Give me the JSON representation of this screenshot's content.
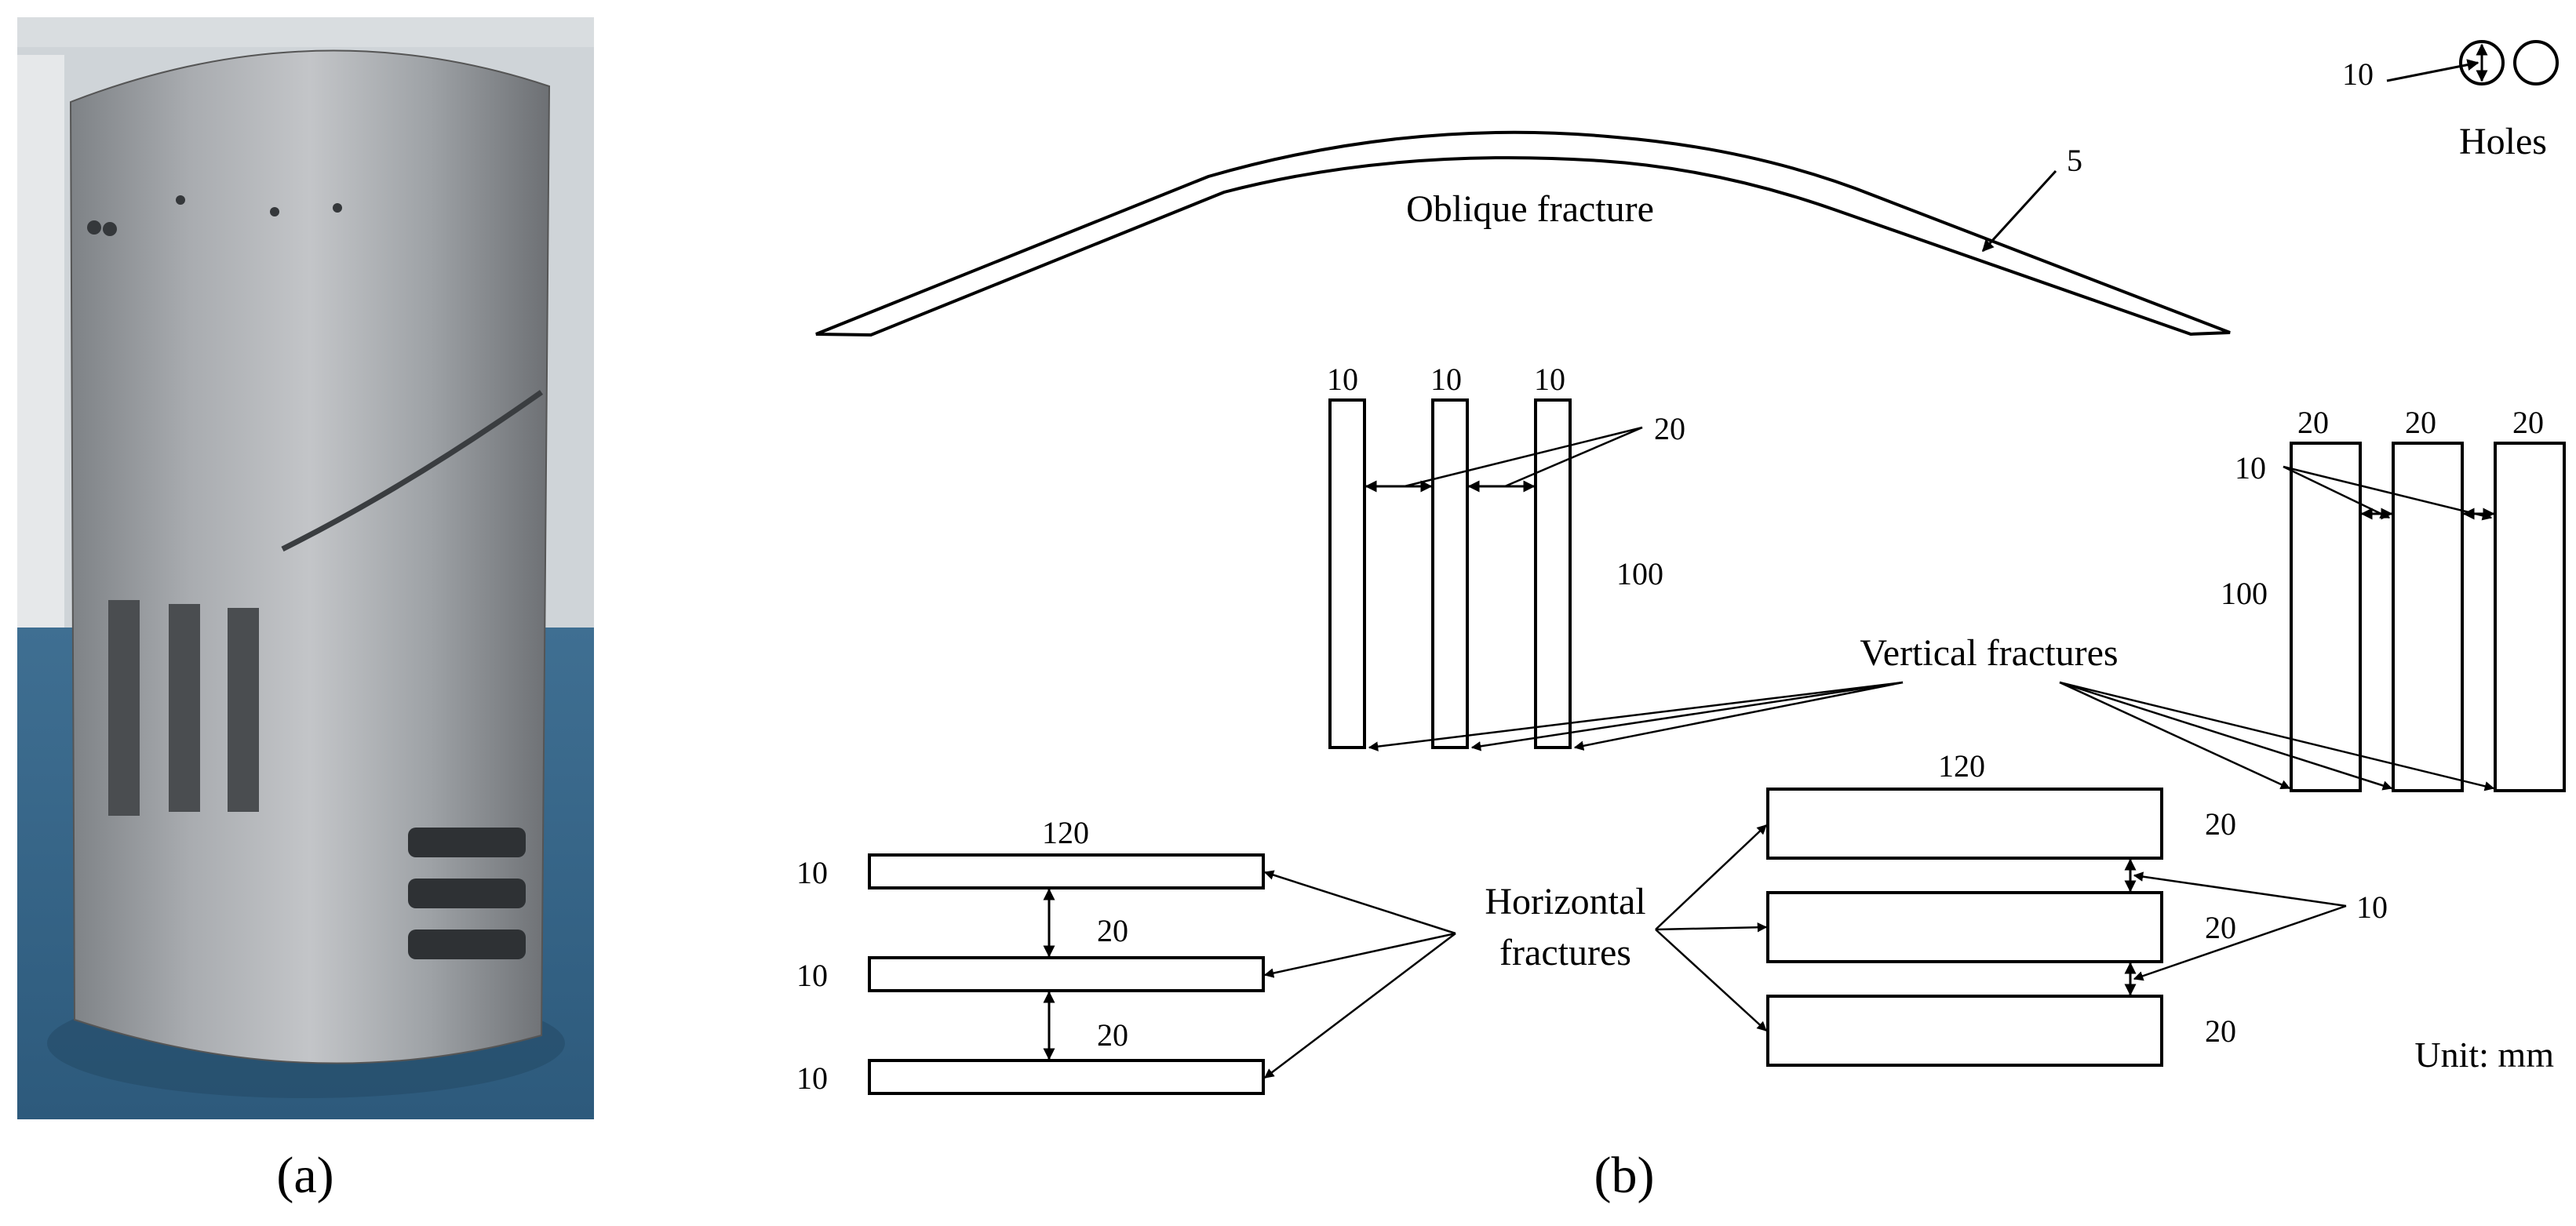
{
  "captions": {
    "a": "(a)",
    "b": "(b)"
  },
  "photo": {
    "subject": "perforated aluminum cylindrical shell with oblique, vertical and horizontal fractures"
  },
  "oblique": {
    "label": "Oblique fracture",
    "width": "5"
  },
  "holes": {
    "label": "Holes",
    "diameter": "10"
  },
  "vertical": {
    "label": "Vertical fractures",
    "set1": {
      "widths": [
        "10",
        "10",
        "10"
      ],
      "spacing": "20",
      "length": "100"
    },
    "set2": {
      "widths": [
        "20",
        "20",
        "20"
      ],
      "spacing": "10",
      "length": "100"
    }
  },
  "horizontal": {
    "label_line1": "Horizontal",
    "label_line2": "fractures",
    "set1": {
      "length": "120",
      "widths": [
        "10",
        "10",
        "10"
      ],
      "spacings": [
        "20",
        "20"
      ]
    },
    "set2": {
      "length": "120",
      "widths": [
        "20",
        "20",
        "20"
      ],
      "spacing": "10"
    }
  },
  "unit": "Unit: mm",
  "colors": {
    "line": "#000000",
    "background": "#ffffff"
  }
}
